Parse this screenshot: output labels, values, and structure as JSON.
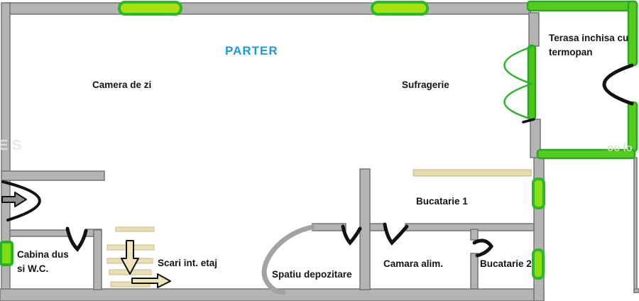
{
  "floorplan": {
    "title": "PARTER",
    "rooms": {
      "camera_de_zi": "Camera de zi",
      "sufragerie": "Sufragerie",
      "terasa": "Terasa inchisa cu termopan",
      "bucatarie1": "Bucatarie 1",
      "cabina": "Cabina dus si W.C.",
      "scari": "Scari int. etaj",
      "spatiu": "Spatiu depozitare",
      "camara": "Camara alim.",
      "bucatarie2": "Bucatarie 2"
    },
    "watermark_left": "E S",
    "watermark_right": "oo lo",
    "colors": {
      "title_blue": "#1c9ad8",
      "wall_gray": "#b4b4b4",
      "wall_outline": "#757575",
      "window_border_green": "#2cb72c",
      "window_fill_green": "#a8e014",
      "terasa_wall_green": "#55cc1d",
      "door_panel_green": "#4ec414",
      "counter_beige": "#e7dcab",
      "stair_beige": "#e9dfb4",
      "door_mark_black": "#111111"
    }
  }
}
